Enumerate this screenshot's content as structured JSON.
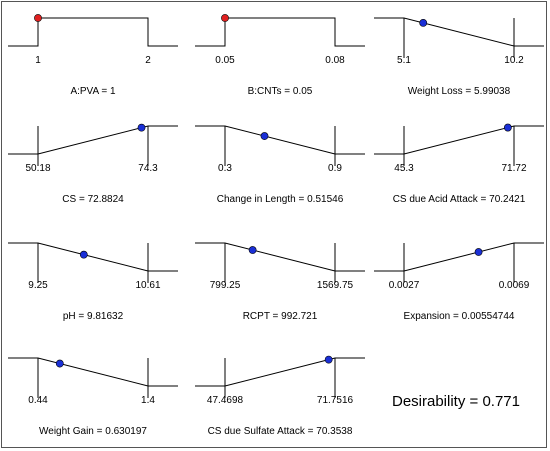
{
  "chart_data": {
    "type": "desirability-ramps",
    "overall": {
      "label": "Desirability = 0.771",
      "value": 0.771
    },
    "colors": {
      "factor_point": "#e02020",
      "response_point": "#1a2fd6",
      "line": "#000000"
    },
    "panels": [
      {
        "id": "pva",
        "kind": "factor",
        "min_label": "1",
        "max_label": "2",
        "min": 1,
        "max": 2,
        "value": 1,
        "label": "A:PVA = 1"
      },
      {
        "id": "cnts",
        "kind": "factor",
        "min_label": "0.05",
        "max_label": "0.08",
        "min": 0.05,
        "max": 0.08,
        "value": 0.05,
        "label": "B:CNTs = 0.05"
      },
      {
        "id": "weight-loss",
        "kind": "minimize",
        "min_label": "5.1",
        "max_label": "10.2",
        "min": 5.1,
        "max": 10.2,
        "value": 5.99038,
        "label": "Weight Loss = 5.99038"
      },
      {
        "id": "cs",
        "kind": "maximize",
        "min_label": "50.18",
        "max_label": "74.3",
        "min": 50.18,
        "max": 74.3,
        "value": 72.8824,
        "label": "CS = 72.8824"
      },
      {
        "id": "change-length",
        "kind": "minimize",
        "min_label": "0.3",
        "max_label": "0.9",
        "min": 0.3,
        "max": 0.9,
        "value": 0.51546,
        "label": "Change in Length = 0.51546"
      },
      {
        "id": "cs-acid",
        "kind": "maximize",
        "min_label": "45.3",
        "max_label": "71.72",
        "min": 45.3,
        "max": 71.72,
        "value": 70.2421,
        "label": "CS due Acid Attack = 70.2421"
      },
      {
        "id": "ph",
        "kind": "minimize",
        "min_label": "9.25",
        "max_label": "10.61",
        "min": 9.25,
        "max": 10.61,
        "value": 9.81632,
        "label": "pH = 9.81632"
      },
      {
        "id": "rcpt",
        "kind": "minimize",
        "min_label": "799.25",
        "max_label": "1569.75",
        "min": 799.25,
        "max": 1569.75,
        "value": 992.721,
        "label": "RCPT = 992.721"
      },
      {
        "id": "expansion",
        "kind": "maximize",
        "min_label": "0.0027",
        "max_label": "0.0069",
        "min": 0.0027,
        "max": 0.0069,
        "value": 0.00554744,
        "label": "Expansion = 0.00554744"
      },
      {
        "id": "weight-gain",
        "kind": "minimize",
        "min_label": "0.44",
        "max_label": "1.4",
        "min": 0.44,
        "max": 1.4,
        "value": 0.630197,
        "label": "Weight Gain = 0.630197"
      },
      {
        "id": "cs-sulfate",
        "kind": "maximize",
        "min_label": "47.4698",
        "max_label": "71.7516",
        "min": 47.4698,
        "max": 71.7516,
        "value": 70.3538,
        "label": "CS due Sulfate Attack = 70.3538"
      }
    ]
  }
}
